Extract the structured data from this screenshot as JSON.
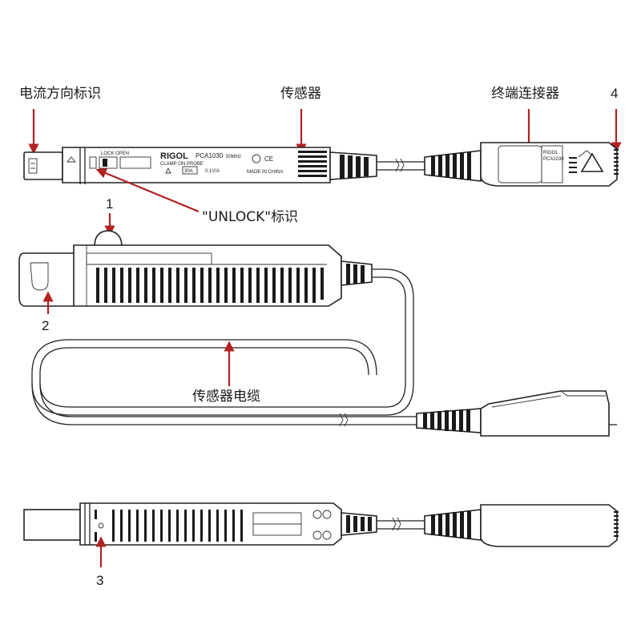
{
  "labels": {
    "current_direction": "电流方向标识",
    "sensor": "传感器",
    "terminal_connector": "终端连接器",
    "unlock": "\"UNLOCK\"标识",
    "sensor_cable": "传感器电缆"
  },
  "callouts": {
    "n1": "1",
    "n2": "2",
    "n3": "3",
    "n4": "4"
  },
  "probe_markings": {
    "brand": "RIGOL",
    "model": "PCA1030",
    "freq": "50MHz",
    "type": "CLAMP ON PROBE",
    "rating": "30A",
    "ratio": "0.1V/A",
    "origin": "MADE IN CHINA",
    "lock_open": "LOCK  OPEN",
    "open": "OPEN"
  },
  "colors": {
    "callout_red": "#b22222",
    "outline": "#222222"
  }
}
